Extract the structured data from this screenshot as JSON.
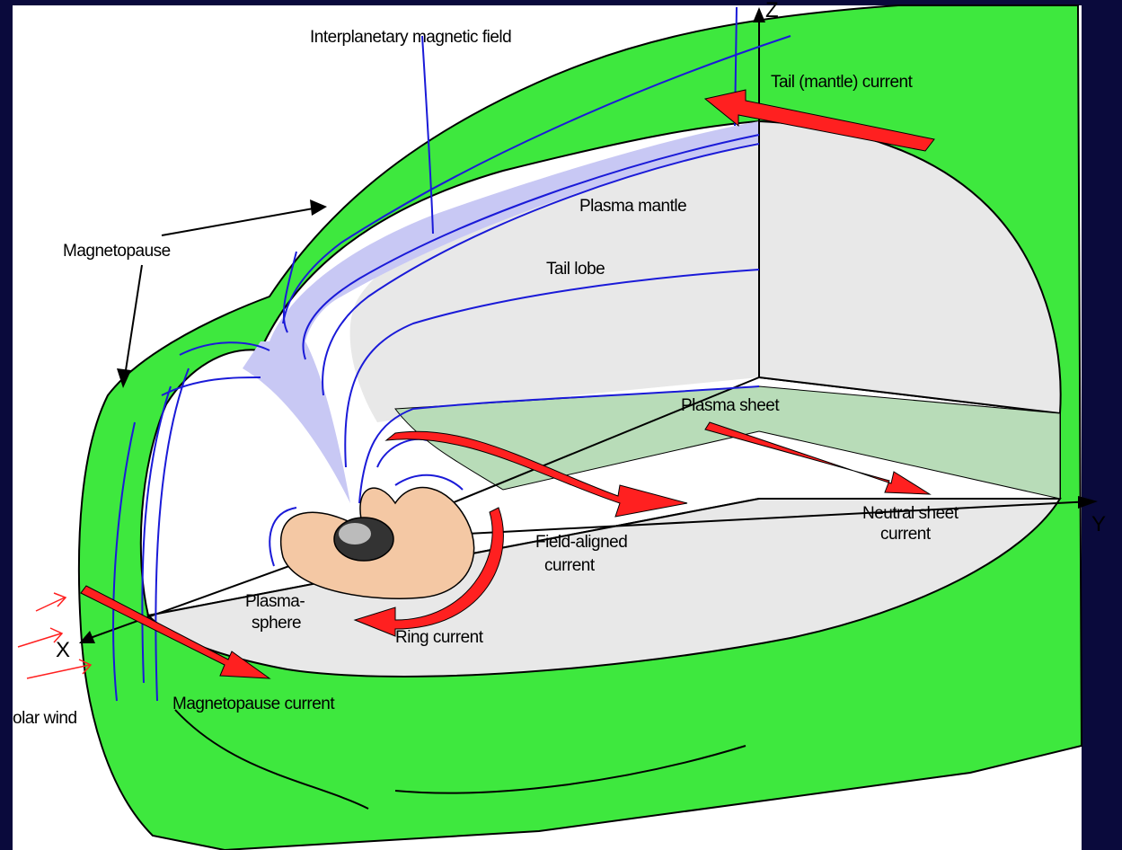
{
  "labels": {
    "interplanetary_field": "Interplanetary magnetic field",
    "tail_current": "Tail (mantle) current",
    "plasma_mantle": "Plasma mantle",
    "magnetopause": "Magnetopause",
    "tail_lobe": "Tail lobe",
    "plasma_sheet": "Plasma sheet",
    "neutral_sheet_current_1": "Neutral sheet",
    "neutral_sheet_current_2": "current",
    "field_aligned_current_1": "Field-aligned",
    "field_aligned_current_2": "current",
    "plasmasphere_1": "Plasma-",
    "plasmasphere_2": "sphere",
    "ring_current": "Ring current",
    "magnetopause_current": "Magnetopause current",
    "solar_wind": "olar wind"
  },
  "axes": {
    "x": "X",
    "y": "Y",
    "z": "Z"
  },
  "colors": {
    "background": "#0a0a3c",
    "magnetosheath": "#3ee83e",
    "interior": "#e8e8e8",
    "plasma_sheet": "#b8dcb8",
    "plasmasphere": "#f4c8a4",
    "current_arrow": "#ff2020",
    "field_line": "#1a1ad8"
  }
}
